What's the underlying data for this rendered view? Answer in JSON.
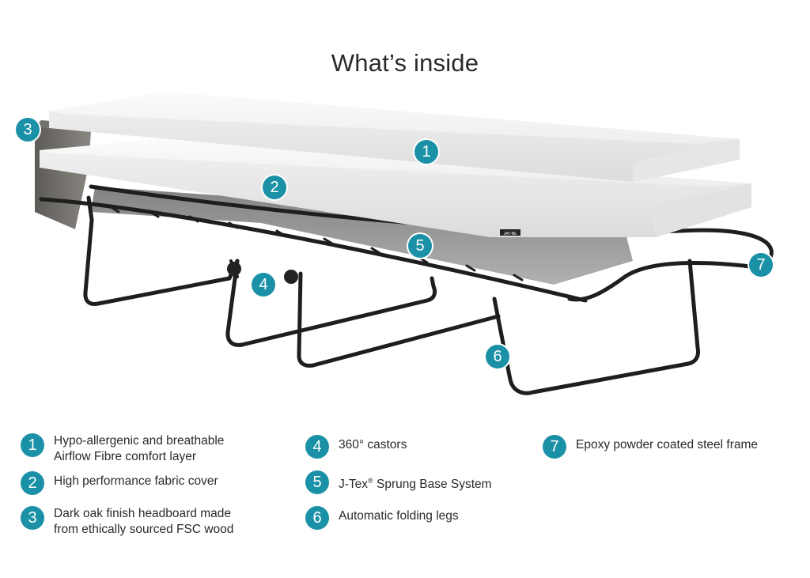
{
  "title": "What’s inside",
  "accent_color": "#1a91a6",
  "markers": [
    "1",
    "2",
    "3",
    "4",
    "5",
    "6",
    "7"
  ],
  "mattress_brand": "JAY-BE",
  "legend": [
    {
      "num": "1",
      "line1": "Hypo-allergenic and breathable",
      "line2": "Airflow Fibre comfort layer"
    },
    {
      "num": "2",
      "line1": "High performance fabric cover"
    },
    {
      "num": "3",
      "line1": "Dark oak finish headboard made",
      "line2": "from ethically sourced FSC wood"
    },
    {
      "num": "4",
      "line1": "360° castors"
    },
    {
      "num": "5",
      "line1_main": "J-Tex",
      "line1_sup": "®",
      "line1_rest": " Sprung Base System"
    },
    {
      "num": "6",
      "line1": "Automatic folding legs"
    },
    {
      "num": "7",
      "line1": "Epoxy powder coated steel frame"
    }
  ]
}
